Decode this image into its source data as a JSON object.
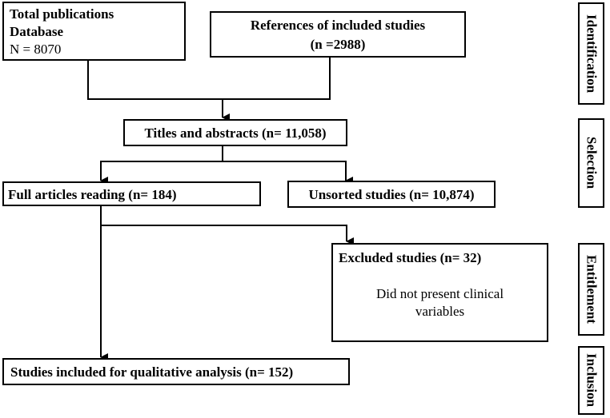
{
  "boxes": {
    "total": {
      "line1": "Total publications",
      "line2": "Database",
      "line3": "N = 8070"
    },
    "references": {
      "line1": "References of included studies",
      "line2": "(n =2988)"
    },
    "titles": {
      "label": "Titles and abstracts (n= 11,058)"
    },
    "full": {
      "label": "Full articles reading (n= 184)"
    },
    "unsorted": {
      "label": "Unsorted studies (n= 10,874)"
    },
    "excluded": {
      "title": "Excluded studies (n= 32)",
      "reason_line1": "Did not present clinical",
      "reason_line2": "variables"
    },
    "included": {
      "label": "Studies included for qualitative analysis (n= 152)"
    }
  },
  "stages": {
    "identification": "Identification",
    "selection": "Selection",
    "entitlement": "Entitlement",
    "inclusion": "Inclusion"
  }
}
